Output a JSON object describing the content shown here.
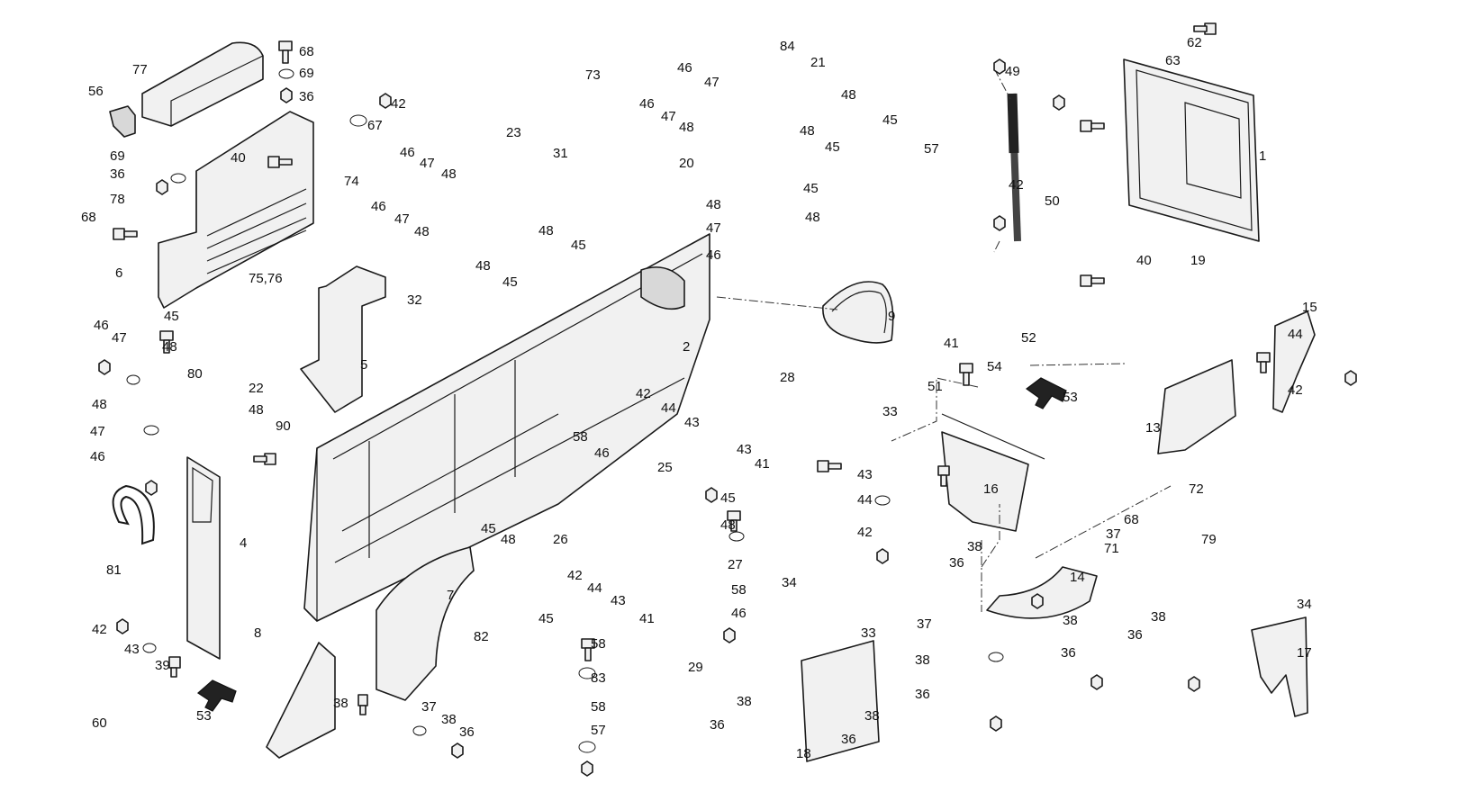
{
  "diagram": {
    "type": "exploded-parts-view",
    "callouts": [
      {
        "id": "c77",
        "text": "77"
      },
      {
        "id": "c56",
        "text": "56"
      },
      {
        "id": "c69a",
        "text": "69"
      },
      {
        "id": "c36a",
        "text": "36"
      },
      {
        "id": "c78",
        "text": "78"
      },
      {
        "id": "c68a",
        "text": "68"
      },
      {
        "id": "c6",
        "text": "6"
      },
      {
        "id": "c68b",
        "text": "68"
      },
      {
        "id": "c69b",
        "text": "69"
      },
      {
        "id": "c36b",
        "text": "36"
      },
      {
        "id": "c42a",
        "text": "42"
      },
      {
        "id": "c67",
        "text": "67"
      },
      {
        "id": "c40a",
        "text": "40"
      },
      {
        "id": "c74",
        "text": "74"
      },
      {
        "id": "c7576",
        "text": "75,76"
      },
      {
        "id": "c73",
        "text": "73"
      },
      {
        "id": "c23",
        "text": "23"
      },
      {
        "id": "c46a",
        "text": "46"
      },
      {
        "id": "c47a",
        "text": "47"
      },
      {
        "id": "c48a",
        "text": "48"
      },
      {
        "id": "c31",
        "text": "31"
      },
      {
        "id": "c48b",
        "text": "48"
      },
      {
        "id": "c45a",
        "text": "45"
      },
      {
        "id": "c46b",
        "text": "46"
      },
      {
        "id": "c47b",
        "text": "47"
      },
      {
        "id": "c48c",
        "text": "48"
      },
      {
        "id": "c48d",
        "text": "48"
      },
      {
        "id": "c32",
        "text": "32"
      },
      {
        "id": "c45b",
        "text": "45"
      },
      {
        "id": "c5",
        "text": "5"
      },
      {
        "id": "c46c",
        "text": "46"
      },
      {
        "id": "c47c",
        "text": "47"
      },
      {
        "id": "c46d",
        "text": "46"
      },
      {
        "id": "c47d",
        "text": "47"
      },
      {
        "id": "c48e",
        "text": "48"
      },
      {
        "id": "c84",
        "text": "84"
      },
      {
        "id": "c21",
        "text": "21"
      },
      {
        "id": "c48f",
        "text": "48"
      },
      {
        "id": "c45c",
        "text": "45"
      },
      {
        "id": "c20",
        "text": "20"
      },
      {
        "id": "c48g",
        "text": "48"
      },
      {
        "id": "c45d",
        "text": "45"
      },
      {
        "id": "c45e",
        "text": "45"
      },
      {
        "id": "c48h",
        "text": "48"
      },
      {
        "id": "c47e",
        "text": "47"
      },
      {
        "id": "c48i",
        "text": "48"
      },
      {
        "id": "c46e",
        "text": "46"
      },
      {
        "id": "c57a",
        "text": "57"
      },
      {
        "id": "c49",
        "text": "49"
      },
      {
        "id": "c42b",
        "text": "42"
      },
      {
        "id": "c50",
        "text": "50"
      },
      {
        "id": "c62",
        "text": "62"
      },
      {
        "id": "c63",
        "text": "63"
      },
      {
        "id": "c1",
        "text": "1"
      },
      {
        "id": "c9",
        "text": "9"
      },
      {
        "id": "c2",
        "text": "2"
      },
      {
        "id": "c45f",
        "text": "45"
      },
      {
        "id": "c46f",
        "text": "46"
      },
      {
        "id": "c47f",
        "text": "47"
      },
      {
        "id": "c48j",
        "text": "48"
      },
      {
        "id": "c80",
        "text": "80"
      },
      {
        "id": "c48k",
        "text": "48"
      },
      {
        "id": "c22",
        "text": "22"
      },
      {
        "id": "c48l",
        "text": "48"
      },
      {
        "id": "c47g",
        "text": "47"
      },
      {
        "id": "c90",
        "text": "90"
      },
      {
        "id": "c46g",
        "text": "46"
      },
      {
        "id": "c4",
        "text": "4"
      },
      {
        "id": "c81",
        "text": "81"
      },
      {
        "id": "c42c",
        "text": "42"
      },
      {
        "id": "c43a",
        "text": "43"
      },
      {
        "id": "c39",
        "text": "39"
      },
      {
        "id": "c53a",
        "text": "53"
      },
      {
        "id": "c60",
        "text": "60"
      },
      {
        "id": "c8",
        "text": "8"
      },
      {
        "id": "c38a",
        "text": "38"
      },
      {
        "id": "c7",
        "text": "7"
      },
      {
        "id": "c37a",
        "text": "37"
      },
      {
        "id": "c38b",
        "text": "38"
      },
      {
        "id": "c36c",
        "text": "36"
      },
      {
        "id": "c58a",
        "text": "58"
      },
      {
        "id": "c46h",
        "text": "46"
      },
      {
        "id": "c45g",
        "text": "45"
      },
      {
        "id": "c48m",
        "text": "48"
      },
      {
        "id": "c26",
        "text": "26"
      },
      {
        "id": "c28",
        "text": "28"
      },
      {
        "id": "c42d",
        "text": "42"
      },
      {
        "id": "c44a",
        "text": "44"
      },
      {
        "id": "c43b",
        "text": "43"
      },
      {
        "id": "c43c",
        "text": "43"
      },
      {
        "id": "c41a",
        "text": "41"
      },
      {
        "id": "c25",
        "text": "25"
      },
      {
        "id": "c45h",
        "text": "45"
      },
      {
        "id": "c48n",
        "text": "48"
      },
      {
        "id": "c27",
        "text": "27"
      },
      {
        "id": "c42e",
        "text": "42"
      },
      {
        "id": "c44b",
        "text": "44"
      },
      {
        "id": "c43d",
        "text": "43"
      },
      {
        "id": "c41b",
        "text": "41"
      },
      {
        "id": "c58b",
        "text": "58"
      },
      {
        "id": "c46i",
        "text": "46"
      },
      {
        "id": "c45i",
        "text": "45"
      },
      {
        "id": "c58c",
        "text": "58"
      },
      {
        "id": "c82",
        "text": "82"
      },
      {
        "id": "c83",
        "text": "83"
      },
      {
        "id": "c58d",
        "text": "58"
      },
      {
        "id": "c57b",
        "text": "57"
      },
      {
        "id": "c34a",
        "text": "34"
      },
      {
        "id": "c29",
        "text": "29"
      },
      {
        "id": "c38c",
        "text": "38"
      },
      {
        "id": "c36d",
        "text": "36"
      },
      {
        "id": "c33a",
        "text": "33"
      },
      {
        "id": "c18",
        "text": "18"
      },
      {
        "id": "c36e",
        "text": "36"
      },
      {
        "id": "c38d",
        "text": "38"
      },
      {
        "id": "c41c",
        "text": "41"
      },
      {
        "id": "c51",
        "text": "51"
      },
      {
        "id": "c52",
        "text": "52"
      },
      {
        "id": "c54",
        "text": "54"
      },
      {
        "id": "c53b",
        "text": "53"
      },
      {
        "id": "c33b",
        "text": "33"
      },
      {
        "id": "c16",
        "text": "16"
      },
      {
        "id": "c43e",
        "text": "43"
      },
      {
        "id": "c44c",
        "text": "44"
      },
      {
        "id": "c42f",
        "text": "42"
      },
      {
        "id": "c40b",
        "text": "40"
      },
      {
        "id": "c19",
        "text": "19"
      },
      {
        "id": "c15",
        "text": "15"
      },
      {
        "id": "c44d",
        "text": "44"
      },
      {
        "id": "c42g",
        "text": "42"
      },
      {
        "id": "c13",
        "text": "13"
      },
      {
        "id": "c68c",
        "text": "68"
      },
      {
        "id": "c37b",
        "text": "37"
      },
      {
        "id": "c71",
        "text": "71"
      },
      {
        "id": "c38e",
        "text": "38"
      },
      {
        "id": "c36f",
        "text": "36"
      },
      {
        "id": "c14",
        "text": "14"
      },
      {
        "id": "c37c",
        "text": "37"
      },
      {
        "id": "c38f",
        "text": "38"
      },
      {
        "id": "c38g",
        "text": "38"
      },
      {
        "id": "c36g",
        "text": "36"
      },
      {
        "id": "c36h",
        "text": "36"
      },
      {
        "id": "c72",
        "text": "72"
      },
      {
        "id": "c79",
        "text": "79"
      },
      {
        "id": "c34b",
        "text": "34"
      },
      {
        "id": "c38h",
        "text": "38"
      },
      {
        "id": "c36i",
        "text": "36"
      },
      {
        "id": "c17",
        "text": "17"
      }
    ]
  }
}
